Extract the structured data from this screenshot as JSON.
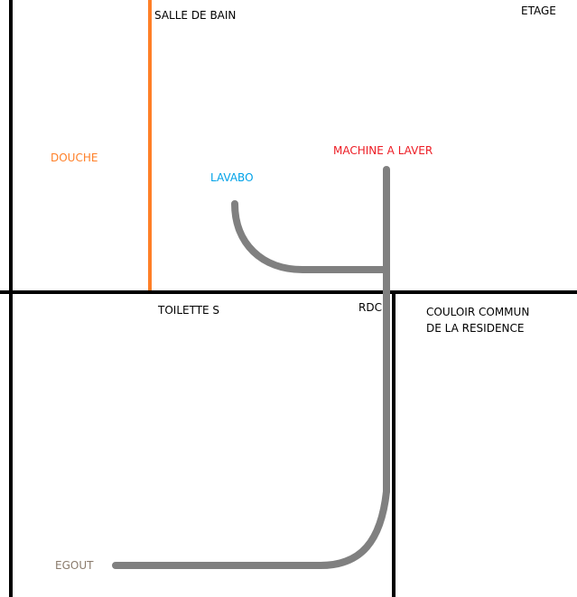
{
  "labels": {
    "salle_de_bain": "SALLE DE BAIN",
    "etage": "ETAGE",
    "douche": "DOUCHE",
    "lavabo": "LAVABO",
    "machine_a_laver": "MACHINE A LAVER",
    "toilettes": "TOILETTE S",
    "rdc": "RDC",
    "couloir_line1": "COULOIR COMMUN",
    "couloir_line2": "DE LA RESIDENCE",
    "egout": "EGOUT"
  },
  "colors": {
    "wall": "#000000",
    "shower_wall": "#ff7f27",
    "pipe": "#808080",
    "douche": "#ff7f27",
    "lavabo": "#00a2e8",
    "machine": "#ed1c24",
    "egout": "#8a7b6c"
  }
}
